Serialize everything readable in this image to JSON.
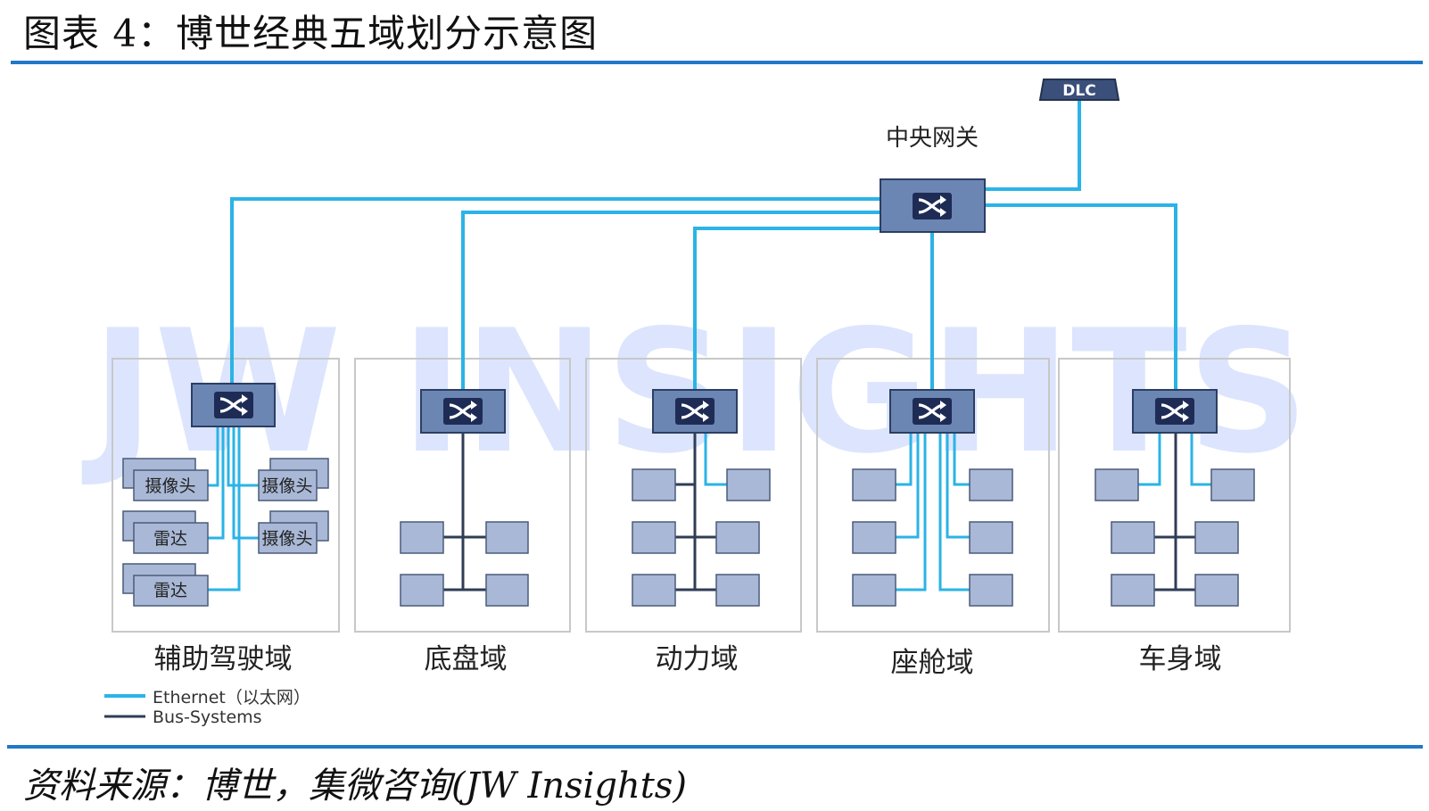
{
  "figure": {
    "title": "图表 4：博世经典五域划分示意图",
    "source": "资料来源：博世，集微咨询(JW Insights)"
  },
  "diagram": {
    "dlc_label": "DLC",
    "gateway_label": "中央网关",
    "watermark": "JW INSIGHTS",
    "domains": [
      {
        "label": "辅助驾驶域"
      },
      {
        "label": "底盘域"
      },
      {
        "label": "动力域"
      },
      {
        "label": "座舱域"
      },
      {
        "label": "车身域"
      }
    ],
    "adas_devices": [
      "摄像头",
      "雷达",
      "雷达",
      "摄像头",
      "摄像头"
    ],
    "legend": [
      {
        "label": "Ethernet（以太网）",
        "color": "#2bb3e6"
      },
      {
        "label": "Bus-Systems",
        "color": "#2f3d56"
      }
    ],
    "colors": {
      "ethernet": "#2bb3e6",
      "bus": "#2f3d56",
      "switch_fill": "#6c86b3",
      "node_fill": "#a9b8d6",
      "accent": "#1f78c8"
    },
    "icons": {
      "switch": "switch-crossed-arrows-icon"
    }
  }
}
